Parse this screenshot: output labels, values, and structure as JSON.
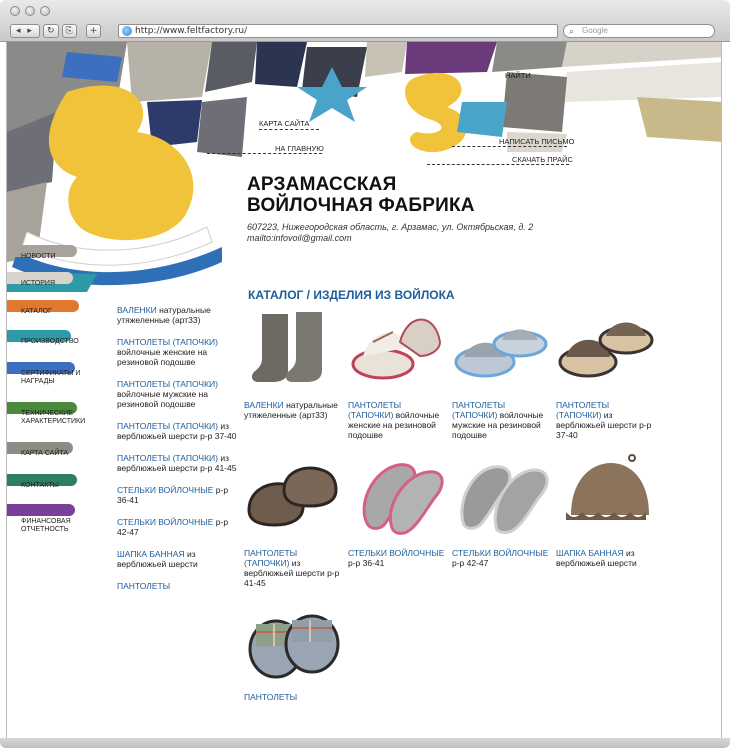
{
  "browser": {
    "url": "http://www.feltfactory.ru/",
    "search_placeholder": "Google",
    "back_forward": "◂ ▸",
    "reload": "↻",
    "bookmarks": "⎘",
    "add": "+"
  },
  "header": {
    "title_line1": "АРЗАМАССКАЯ",
    "title_line2": "ВОЙЛОЧНАЯ ФАБРИКА",
    "address": "607223, Нижегородская область, г. Арзамас, ул. Октябрьская, д. 2",
    "email": "mailto:infovoil@gmail.com"
  },
  "top_links": {
    "find": "НАЙТИ",
    "sitemap": "КАРТА САЙТА",
    "home": "НА ГЛАВНУЮ",
    "write": "НАПИСАТЬ ПИСЬМО",
    "price": "СКАЧАТЬ ПРАЙС"
  },
  "colors": {
    "link_blue": "#1c5d9c",
    "felt_yellow": "#f0c33a",
    "felt_teal": "#2e9aa8",
    "felt_orange": "#e2782e",
    "felt_blue": "#3d6fc0",
    "felt_green": "#4a8a3a",
    "felt_grey": "#a7a39a",
    "felt_purple": "#7a3f9a"
  },
  "left_nav": [
    {
      "label": "НОВОСТИ",
      "color": "#a7a39a"
    },
    {
      "label": "ИСТОРИЯ",
      "color": "#d8d4cc"
    },
    {
      "label": "КАТАЛОГ",
      "color": "#e2782e"
    },
    {
      "label": "ПРОИЗВОДСТВО",
      "color": "#2e9aa8"
    },
    {
      "label": "СЕРТИФИКАТЫ И НАГРАДЫ",
      "color": "#3d6fc0"
    },
    {
      "label": "ТЕХНИЧЕСКИЕ ХАРАКТЕРИСТИКИ",
      "color": "#4a8a3a"
    },
    {
      "label": "КАРТА САЙТА",
      "color": "#8e8b85"
    },
    {
      "label": "КОНТАКТЫ",
      "color": "#2e7f62"
    },
    {
      "label": "ФИНАНСОВАЯ ОТЧЕТНОСТЬ",
      "color": "#7a3f9a"
    }
  ],
  "catalog_title": "КАТАЛОГ / ИЗДЕЛИЯ ИЗ ВОЙЛОКА",
  "middle_list": [
    {
      "link": "ВАЛЕНКИ",
      "rest": " натуральные утяжеленные (арт33)"
    },
    {
      "link": "ПАНТОЛЕТЫ (ТАПОЧКИ)",
      "rest": " войлочные женские на резиновой подошве"
    },
    {
      "link": "ПАНТОЛЕТЫ (ТАПОЧКИ)",
      "rest": " войлочные мужские на резиновой подошве"
    },
    {
      "link": "ПАНТОЛЕТЫ (ТАПОЧКИ)",
      "rest": " из верблюжьей шерсти р-р 37-40"
    },
    {
      "link": "ПАНТОЛЕТЫ (ТАПОЧКИ)",
      "rest": " из верблюжьей шерсти р-р 41-45"
    },
    {
      "link": "СТЕЛЬКИ ВОЙЛОЧНЫЕ",
      "rest": " р-р 36-41"
    },
    {
      "link": "СТЕЛЬКИ ВОЙЛОЧНЫЕ",
      "rest": " р-р 42-47"
    },
    {
      "link": "ШАПКА БАННАЯ",
      "rest": " из верблюжьей шерсти"
    },
    {
      "link": "ПАНТОЛЕТЫ",
      "rest": ""
    }
  ],
  "products": [
    {
      "link": "ВАЛЕНКИ",
      "rest": " натуральные утяжеленные (арт33)",
      "icon": "felt-boots-icon"
    },
    {
      "link": "ПАНТОЛЕТЫ (ТАПОЧКИ)",
      "rest": " войлочные женские на резиновой подошве",
      "icon": "women-slippers-icon"
    },
    {
      "link": "ПАНТОЛЕТЫ (ТАПОЧКИ)",
      "rest": " войлочные мужские на резиновой подошве",
      "icon": "men-slippers-icon"
    },
    {
      "link": "ПАНТОЛЕТЫ (ТАПОЧКИ)",
      "rest": " из верблюжьей шерсти р-р 37-40",
      "icon": "camel-slippers-icon"
    },
    {
      "link": "ПАНТОЛЕТЫ (ТАПОЧКИ)",
      "rest": " из верблюжьей шерсти р-р 41-45",
      "icon": "camel-shoes-icon"
    },
    {
      "link": "СТЕЛЬКИ ВОЙЛОЧНЫЕ",
      "rest": " р-р 36-41",
      "icon": "insoles-pink-icon"
    },
    {
      "link": "СТЕЛЬКИ ВОЙЛОЧНЫЕ",
      "rest": " р-р 42-47",
      "icon": "insoles-grey-icon"
    },
    {
      "link": "ШАПКА БАННАЯ",
      "rest": " из верблюжьей шерсти",
      "icon": "sauna-hat-icon"
    },
    {
      "link": "ПАНТОЛЕТЫ",
      "rest": "",
      "icon": "plaid-slippers-icon"
    }
  ]
}
